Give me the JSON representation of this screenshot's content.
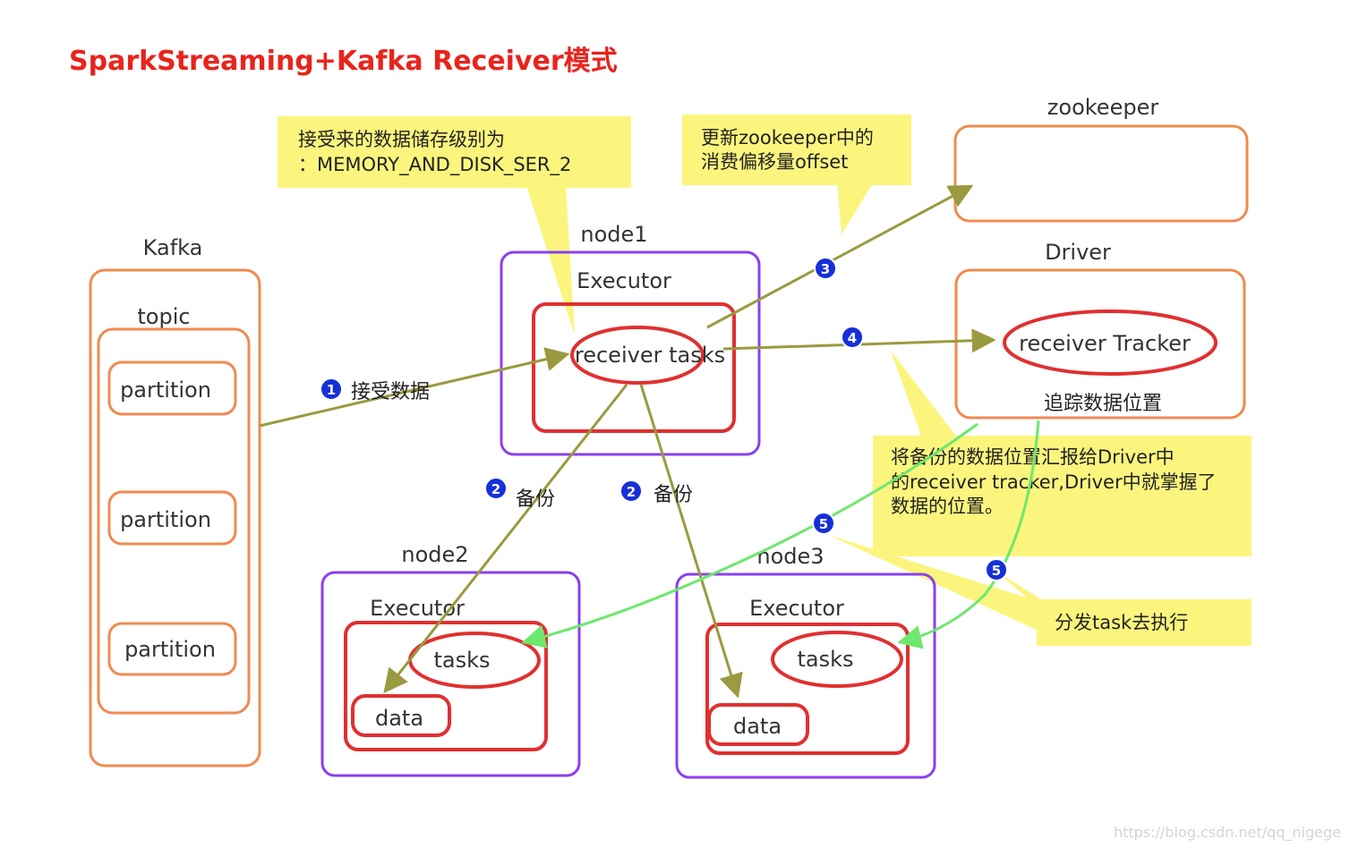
{
  "title": "SparkStreaming+Kafka Receiver模式",
  "callouts": {
    "storage_line1": "接受来的数据储存级别为",
    "storage_line2": "：MEMORY_AND_DISK_SER_2",
    "zk_line1": "更新zookeeper中的",
    "zk_line2": "消费偏移量offset",
    "report_line1": "将备份的数据位置汇报给Driver中",
    "report_line2": "的receiver tracker,Driver中就掌握了",
    "report_line3": "数据的位置。",
    "dispatch": "分发task去执行"
  },
  "kafka": {
    "label": "Kafka",
    "topic": "topic",
    "partitions": [
      "partition",
      "partition",
      "partition"
    ]
  },
  "node1": {
    "label": "node1",
    "executor": "Executor",
    "receiver": "receiver tasks"
  },
  "node2": {
    "label": "node2",
    "executor": "Executor",
    "tasks": "tasks",
    "data": "data"
  },
  "node3": {
    "label": "node3",
    "executor": "Executor",
    "tasks": "tasks",
    "data": "data"
  },
  "zookeeper": {
    "label": "zookeeper"
  },
  "driver": {
    "label": "Driver",
    "tracker": "receiver Tracker",
    "tracker_note": "追踪数据位置"
  },
  "steps": {
    "s1": "1",
    "s1_label": "接受数据",
    "s2": "2",
    "s2_label": "备份",
    "s3": "3",
    "s4": "4",
    "s5": "5"
  },
  "watermark": "https://blog.csdn.net/qq_nigege",
  "colors": {
    "title": "#e8241c",
    "orange": "#f08a50",
    "purple": "#8a3ff0",
    "red": "#e03030",
    "olive": "#9a9a40",
    "green": "#6ce86c",
    "yellow": "#fbf57e",
    "badge": "#1530d8"
  }
}
